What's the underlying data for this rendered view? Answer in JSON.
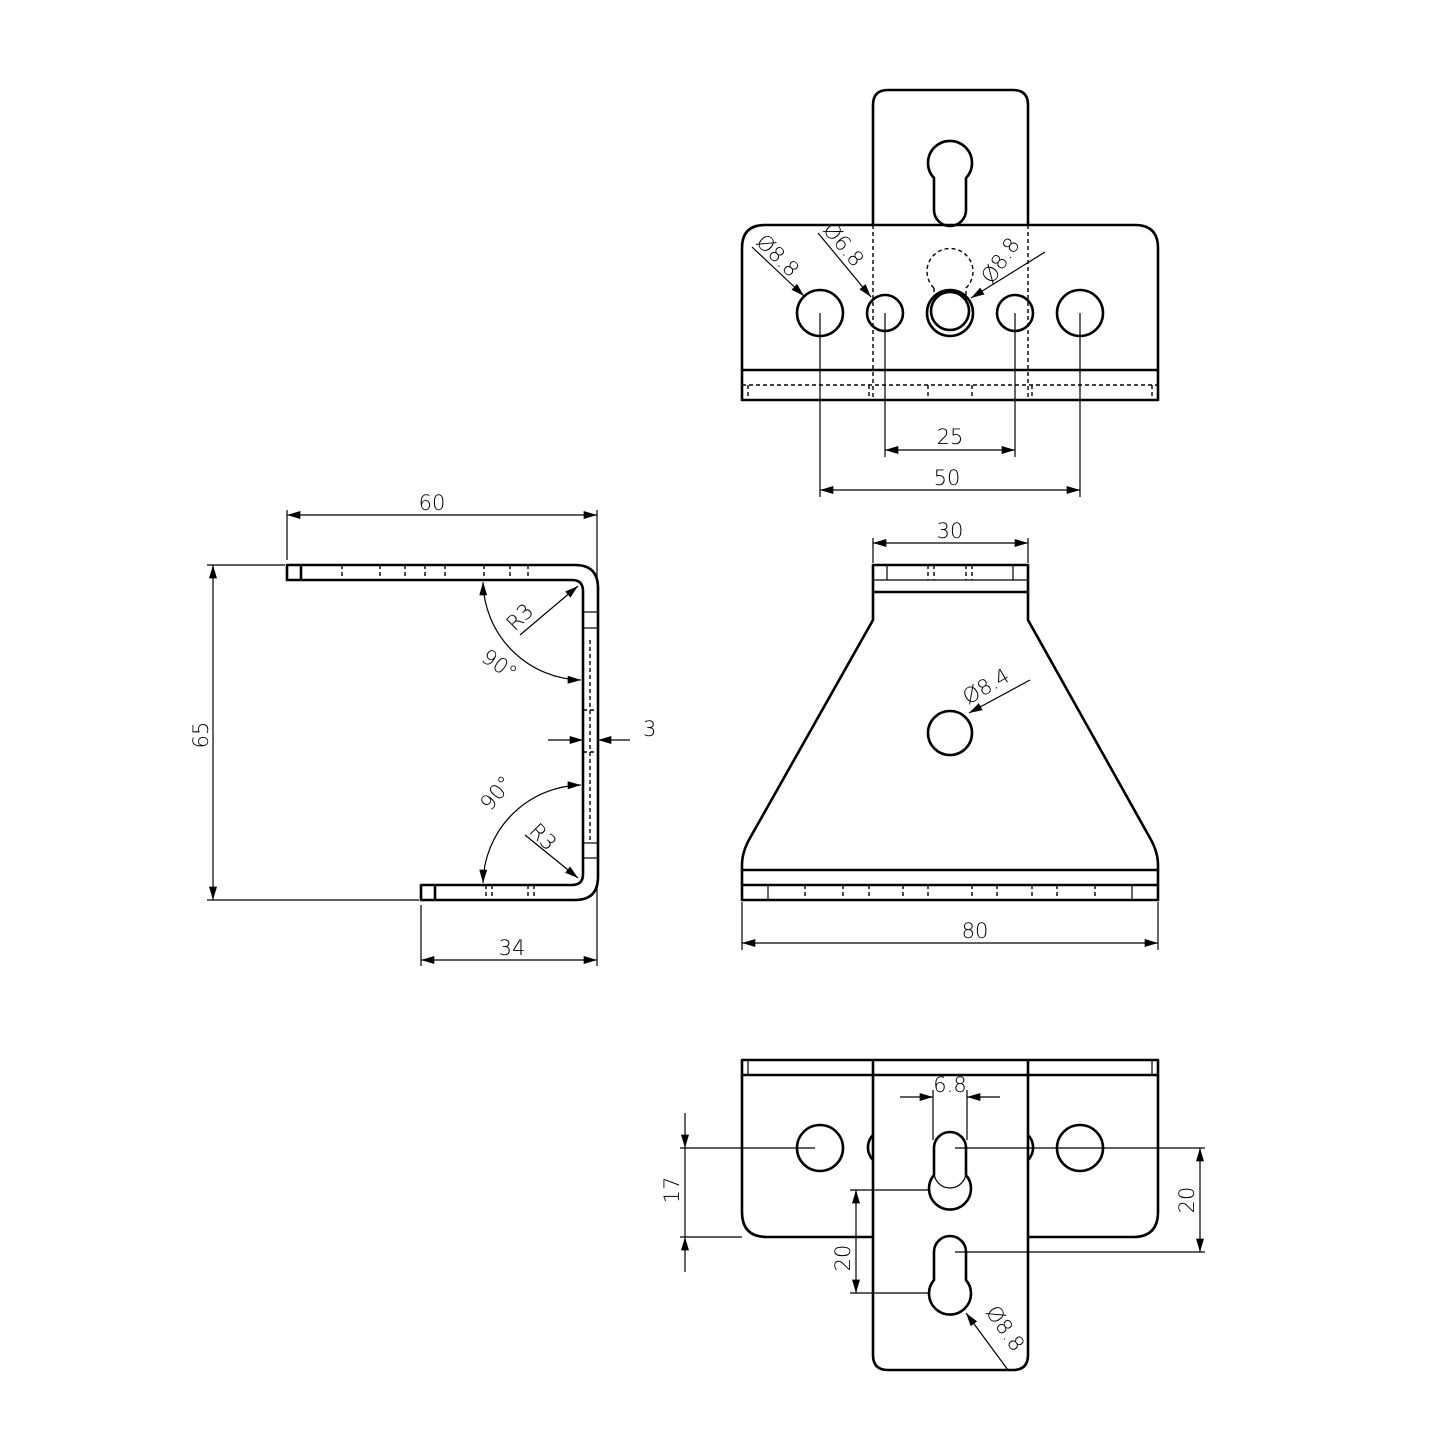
{
  "drawing": {
    "line_color": "#000000",
    "background": "#ffffff",
    "top_view": {
      "dia_left": "Ø8.8",
      "dia_small": "Ø6.8",
      "dia_center": "Ø8.8",
      "dim_inner": "25",
      "dim_outer": "50"
    },
    "side_view": {
      "width_top": "60",
      "height": "65",
      "thickness": "3",
      "width_bottom": "34",
      "radius_top": "R3",
      "radius_bottom": "R3",
      "angle_top": "90°",
      "angle_bottom": "90°"
    },
    "front_view": {
      "width_top": "30",
      "hole_dia": "Ø8.4",
      "width_bottom": "80"
    },
    "bottom_view": {
      "slot_width": "6.8",
      "dim_left": "17",
      "dim_right": "20",
      "dim_center": "20",
      "keyhole_dia": "Ø8.8"
    }
  }
}
